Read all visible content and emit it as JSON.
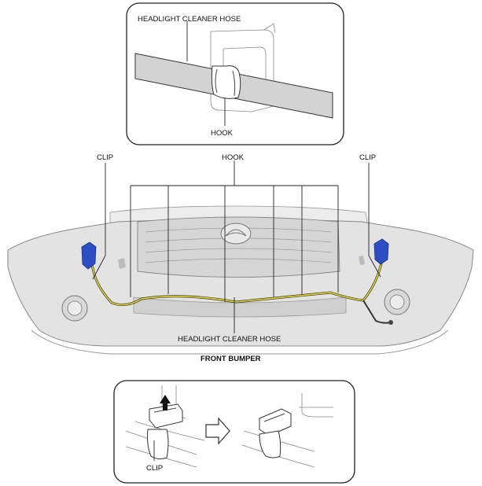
{
  "top_callout": {
    "hose_label": "HEADLIGHT CLEANER HOSE",
    "hook_label": "HOOK"
  },
  "main_view": {
    "clip_left_label": "CLIP",
    "hook_label": "HOOK",
    "clip_right_label": "CLIP",
    "hose_label": "HEADLIGHT CLEANER HOSE",
    "caption": "FRONT BUMPER"
  },
  "bottom_callout": {
    "clip_label": "CLIP",
    "arrow_icon": "right-arrow-icon",
    "pull_arrow_icon": "up-arrow-icon"
  }
}
